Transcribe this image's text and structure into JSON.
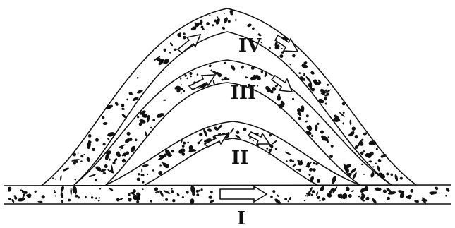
{
  "diagram": {
    "labels": {
      "layer_1": "I",
      "layer_2": "II",
      "layer_3": "III",
      "layer_4": "IV"
    },
    "colors": {
      "ink": "#111111",
      "background": "#ffffff"
    }
  }
}
